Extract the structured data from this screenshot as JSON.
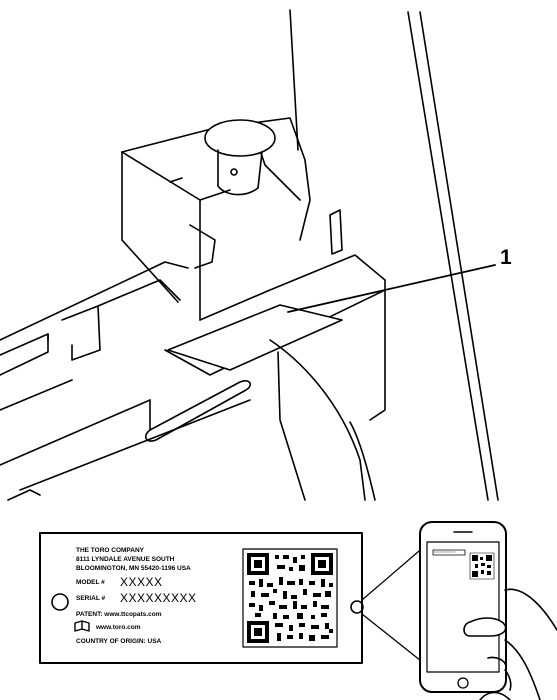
{
  "callout": {
    "number": "1"
  },
  "plate": {
    "company": "THE TORO COMPANY",
    "address1": "8111 LYNDALE AVENUE SOUTH",
    "address2": "BLOOMINGTON, MN 55420-1196 USA",
    "model_label": "MODEL #",
    "model_value": "XXXXX",
    "serial_label": "SERIAL #",
    "serial_value": "XXXXXXXXX",
    "patent_line": "PATENT: www.ttcopats.com",
    "manual_line": "www.toro.com",
    "origin_line": "COUNTRY OF ORIGIN: USA"
  },
  "icons": [
    "book-icon",
    "qr-code-icon",
    "smartphone-icon",
    "hand-icon"
  ]
}
